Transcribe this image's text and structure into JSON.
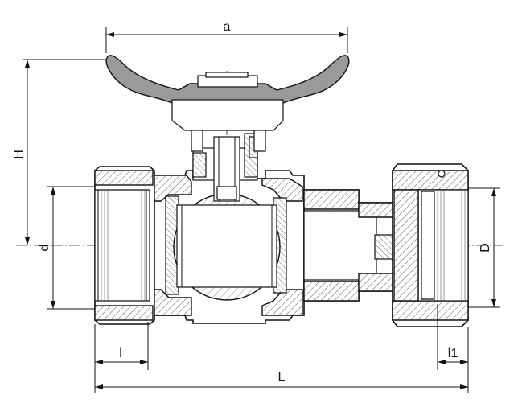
{
  "diagram": {
    "labels": {
      "a": "a",
      "H": "H",
      "d": "d",
      "D": "D",
      "l": "l",
      "l1": "l1",
      "L": "L"
    },
    "colors": {
      "line": "#111111",
      "handle": "#9a9a9a",
      "background": "#ffffff"
    }
  }
}
